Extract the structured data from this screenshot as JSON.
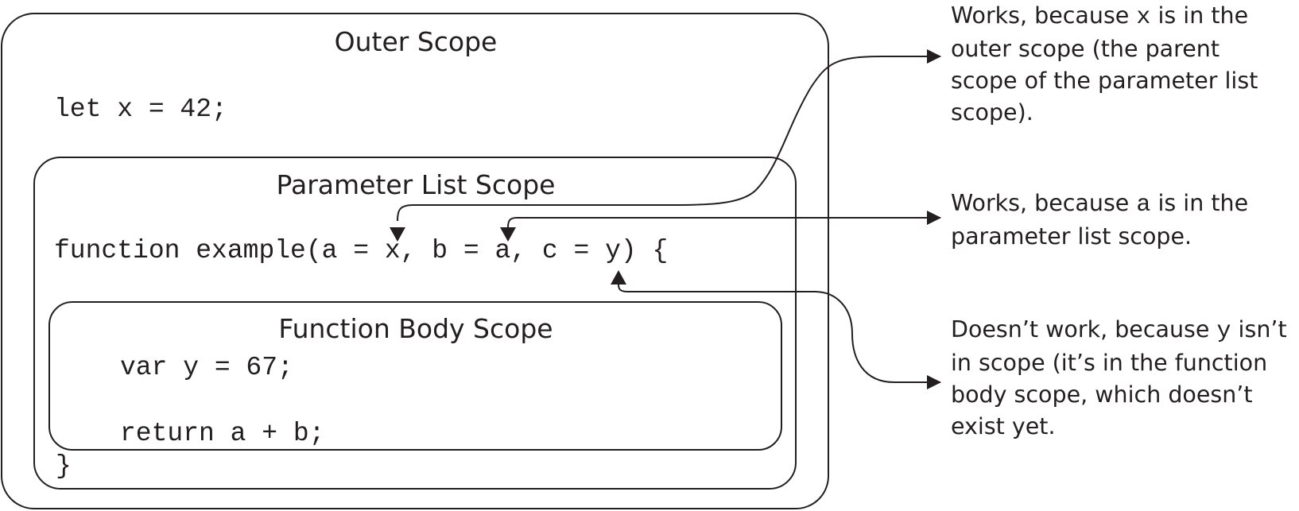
{
  "scopes": {
    "outer": {
      "title": "Outer Scope",
      "code": "let x = 42;"
    },
    "parameter_list": {
      "title": "Parameter List Scope",
      "code": "function example(a = x, b = a, c = y) {",
      "closing": "}"
    },
    "function_body": {
      "title": "Function Body Scope",
      "code_line_1": "var y = 67;",
      "code_line_2": "return a + b;"
    }
  },
  "notes": {
    "x_note": {
      "prefix": "Works, because ",
      "code": "x",
      "rest_1": " is in the",
      "line_2": "outer scope (the parent",
      "line_3": "scope of the parameter list",
      "line_4": "scope)."
    },
    "a_note": {
      "prefix": "Works, because ",
      "code": "a",
      "rest_1": " is in the",
      "line_2": "parameter list scope."
    },
    "y_note": {
      "prefix": "Doesn’t work, because ",
      "code": "y",
      "rest_1": " isn’t",
      "line_2": "in scope (it’s in the function",
      "line_3": "body scope, which doesn’t",
      "line_4": "exist yet."
    }
  },
  "colors": {
    "ink": "#231f20",
    "background": "#ffffff"
  }
}
